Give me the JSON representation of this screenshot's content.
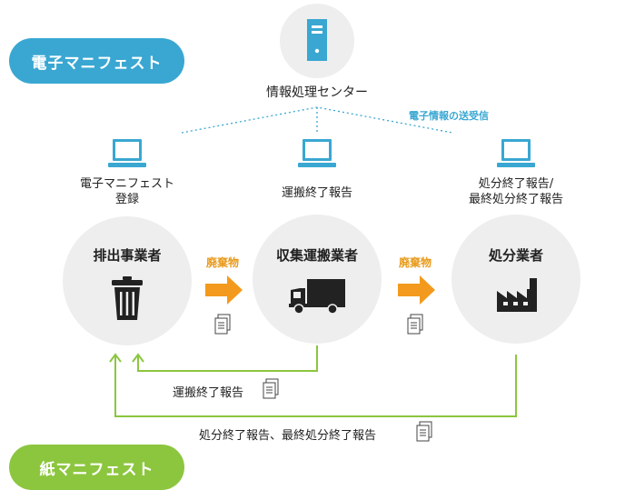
{
  "colors": {
    "electronic": "#39a7d2",
    "paper": "#8cc63f",
    "arrow": "#f39a1e",
    "circle": "#eeeeee",
    "icon": "#222222"
  },
  "badges": {
    "electronic": "電子マニフェスト",
    "paper": "紙マニフェスト"
  },
  "server": {
    "icon": "server-icon",
    "label": "情報処理センター"
  },
  "network_label": "電子情報の送受信",
  "terminals": [
    {
      "icon": "laptop-icon",
      "label_lines": [
        "電子マニフェスト",
        "登録"
      ]
    },
    {
      "icon": "laptop-icon",
      "label_lines": [
        "運搬終了報告"
      ]
    },
    {
      "icon": "laptop-icon",
      "label_lines": [
        "処分終了報告/",
        "最終処分終了報告"
      ]
    }
  ],
  "actors": [
    {
      "name": "排出事業者",
      "icon": "trash-can-icon"
    },
    {
      "name": "収集運搬業者",
      "icon": "truck-icon"
    },
    {
      "name": "処分業者",
      "icon": "factory-icon"
    }
  ],
  "transfers": [
    {
      "label": "廃棄物",
      "icon": "document-icon"
    },
    {
      "label": "廃棄物",
      "icon": "document-icon"
    }
  ],
  "paper_flows": [
    {
      "label": "運搬終了報告",
      "icon": "document-icon"
    },
    {
      "label": "処分終了報告、最終処分終了報告",
      "icon": "document-icon"
    }
  ]
}
